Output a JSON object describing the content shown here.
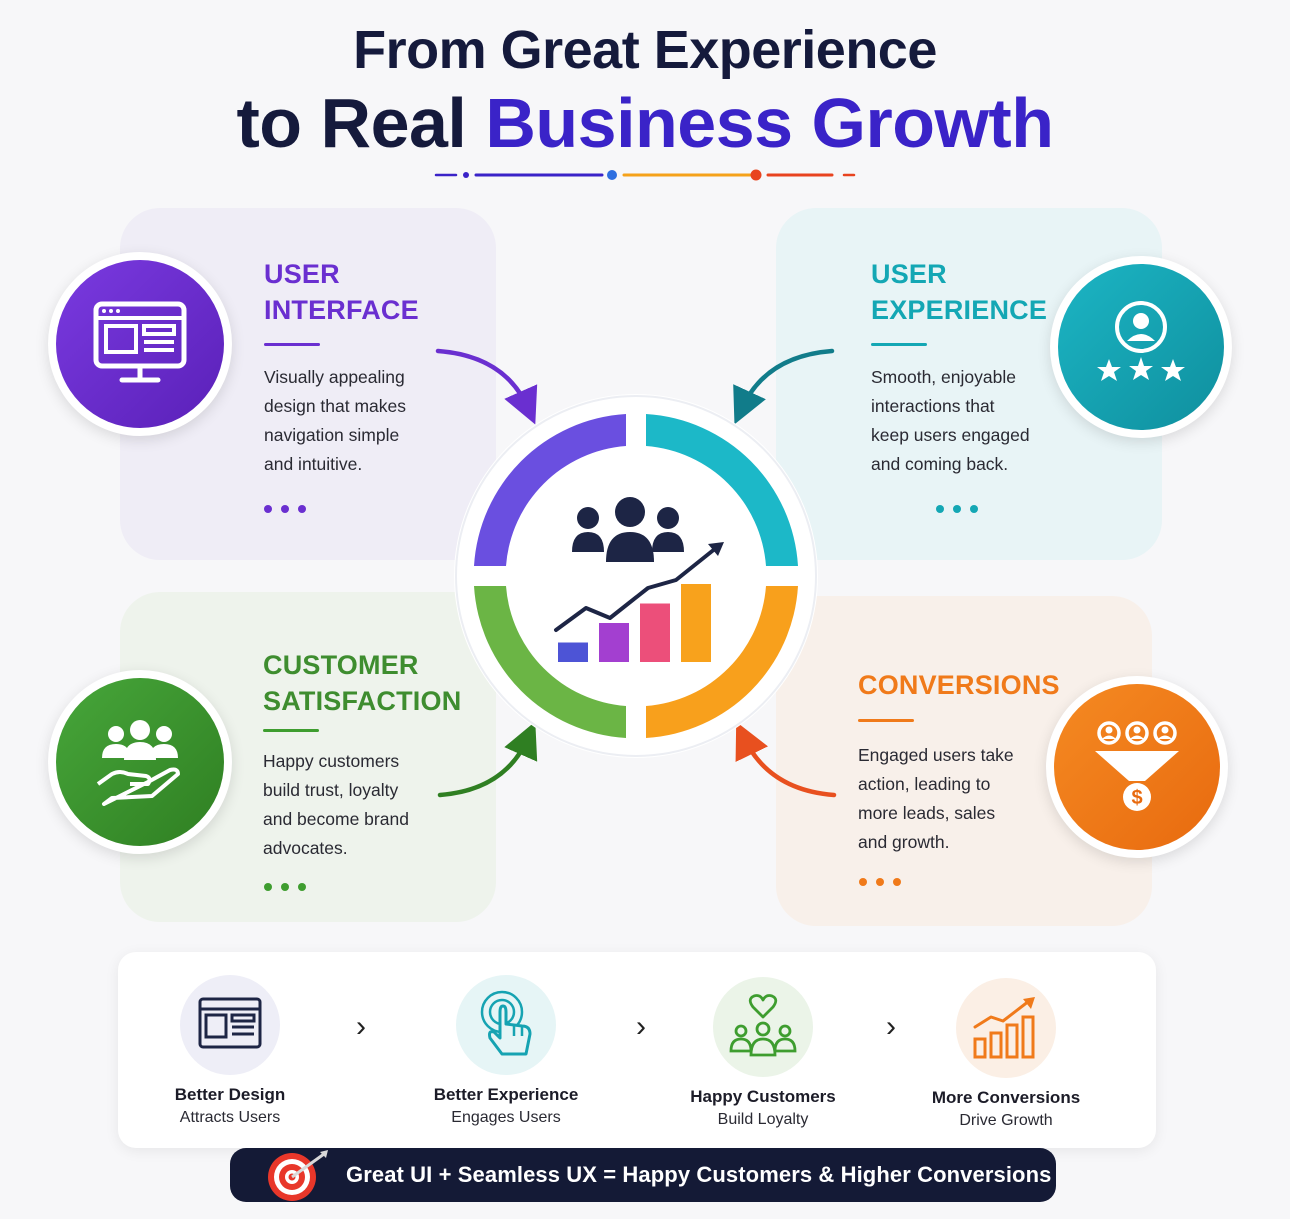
{
  "title": {
    "line1": "From Great Experience",
    "line2_prefix": "to Real",
    "line2_highlight": "Business Growth"
  },
  "colors": {
    "purple": "#6a2fd0",
    "teal": "#14a7b4",
    "green": "#3e9d2f",
    "orange": "#f07a1a",
    "navy": "#151a3c",
    "blue": "#3a23c8"
  },
  "quadrants": [
    {
      "key": "ui",
      "title_1": "USER",
      "title_2": "INTERFACE",
      "text": [
        "Visually appealing",
        "design that makes",
        "navigation simple",
        "and intuitive."
      ],
      "icon": "monitor-icon"
    },
    {
      "key": "ux",
      "title_1": "USER",
      "title_2": "EXPERIENCE",
      "text": [
        "Smooth, enjoyable",
        "interactions that",
        "keep users engaged",
        "and coming back."
      ],
      "icon": "user-rating-icon"
    },
    {
      "key": "cs",
      "title_1": "CUSTOMER",
      "title_2": "SATISFACTION",
      "text": [
        "Happy customers",
        "build trust, loyalty",
        "and become brand",
        "advocates."
      ],
      "icon": "people-hand-icon"
    },
    {
      "key": "cv",
      "title_1": "CONVERSIONS",
      "text": [
        "Engaged users take",
        "action, leading to",
        "more leads, sales",
        "and growth."
      ],
      "icon": "funnel-dollar-icon"
    }
  ],
  "center": {
    "icon": "growth-team-icon",
    "bar_values": [
      1,
      2,
      3,
      4
    ]
  },
  "flow": [
    {
      "title": "Better Design",
      "subtitle": "Attracts Users",
      "icon": "layout-icon"
    },
    {
      "title": "Better Experience",
      "subtitle": "Engages Users",
      "icon": "tap-icon"
    },
    {
      "title": "Happy Customers",
      "subtitle": "Build Loyalty",
      "icon": "heart-people-icon"
    },
    {
      "title": "More Conversions",
      "subtitle": "Drive Growth",
      "icon": "growth-bars-icon"
    }
  ],
  "flow_separator": "›",
  "banner": {
    "text": "Great UI + Seamless UX = Happy Customers & Higher Conversions",
    "icon": "target-icon"
  }
}
